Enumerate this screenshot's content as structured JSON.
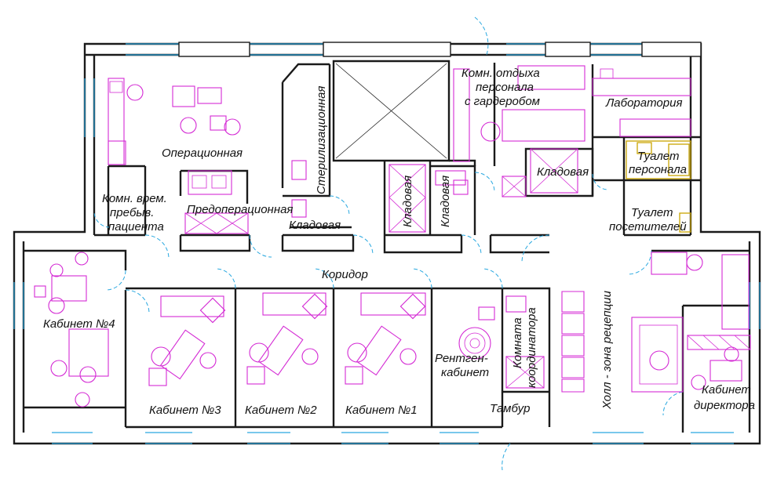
{
  "rooms": {
    "operating": "Операционная",
    "temp_stay_1": "Комн. врем.",
    "temp_stay_2": "пребыв.",
    "temp_stay_3": "пациента",
    "preop": "Предоперационная",
    "storage_a": "Кладовая",
    "sterilization": "Стерилизационная",
    "storage_b": "Кладовая",
    "storage_c": "Кладовая",
    "staff_rest_1": "Комн. отдыха",
    "staff_rest_2": "персонала",
    "staff_rest_3": "с гардеробом",
    "storage_d": "Кладовая",
    "laboratory": "Лаборатория",
    "staff_wc_1": "Туалет",
    "staff_wc_2": "персонала",
    "visitor_wc_1": "Туалет",
    "visitor_wc_2": "посетителей",
    "corridor": "Коридор",
    "office_4": "Кабинет №4",
    "office_3": "Кабинет №3",
    "office_2": "Кабинет №2",
    "office_1": "Кабинет №1",
    "xray_1": "Рентген-",
    "xray_2": "кабинет",
    "coordinator_1": "Комната",
    "coordinator_2": "координатора",
    "vestibule": "Тамбур",
    "hall": "Холл - зона рецепции",
    "director_1": "Кабинет",
    "director_2": "директора"
  },
  "colors": {
    "walls": "#1a1a1a",
    "furniture": "#d42ad4",
    "windows_doors": "#29a8e0",
    "sanitary": "#c9a400"
  },
  "icons": [
    "elevator-shaft-cross",
    "dental-chair",
    "toilet",
    "sink"
  ]
}
